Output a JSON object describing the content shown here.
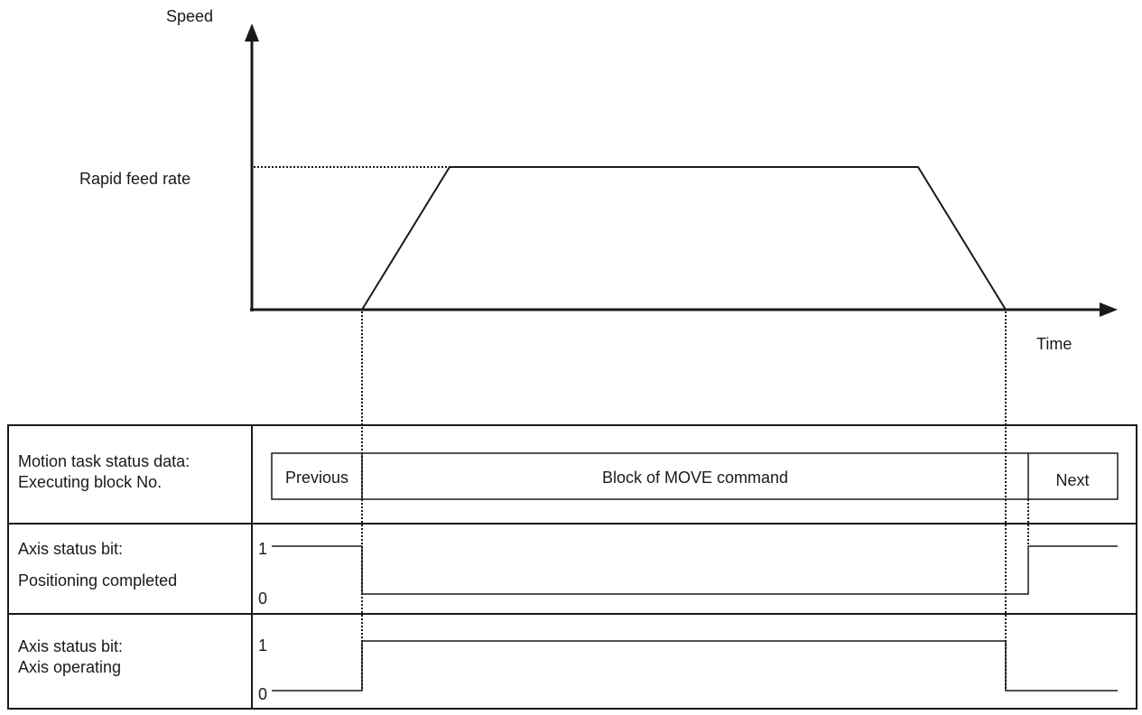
{
  "graph": {
    "y_axis_label": "Speed",
    "x_axis_label": "Time",
    "level_label": "Rapid feed rate"
  },
  "timing_table": {
    "rows": [
      {
        "label_line1": "Motion task status data:",
        "label_line2": "Executing block No.",
        "blocks": [
          "Previous",
          "Block of MOVE command",
          "Next"
        ]
      },
      {
        "label_line1": "Axis status bit:",
        "label_line2": "Positioning completed",
        "level_high": "1",
        "level_low": "0"
      },
      {
        "label_line1": "Axis status bit:",
        "label_line2": "Axis operating",
        "level_high": "1",
        "level_low": "0"
      }
    ]
  }
}
